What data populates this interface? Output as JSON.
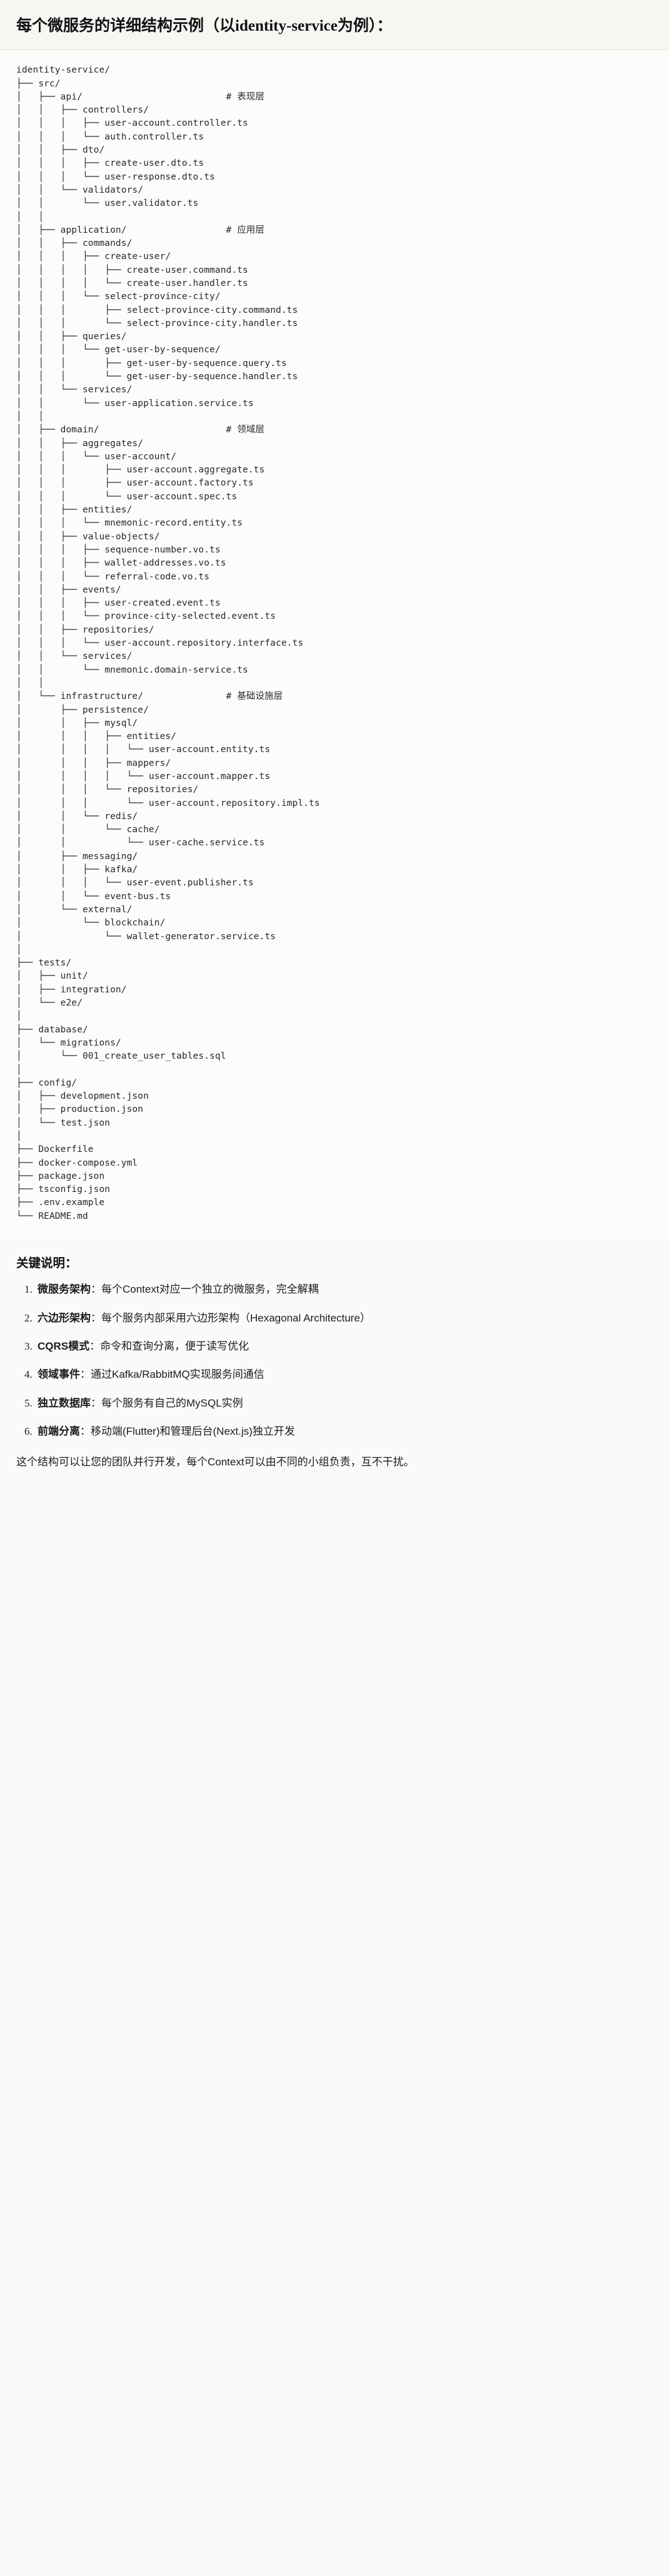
{
  "header": {
    "title_prefix": "每个微服务的详细结构示例",
    "title_paren": "（以identity-service为例）",
    "title_colon": "："
  },
  "tree": {
    "root": "identity-service/",
    "text": "identity-service/\n├── src/\n│   ├── api/                          # 表现层\n│   │   ├── controllers/\n│   │   │   ├── user-account.controller.ts\n│   │   │   └── auth.controller.ts\n│   │   ├── dto/\n│   │   │   ├── create-user.dto.ts\n│   │   │   └── user-response.dto.ts\n│   │   └── validators/\n│   │       └── user.validator.ts\n│   │\n│   ├── application/                  # 应用层\n│   │   ├── commands/\n│   │   │   ├── create-user/\n│   │   │   │   ├── create-user.command.ts\n│   │   │   │   └── create-user.handler.ts\n│   │   │   └── select-province-city/\n│   │   │       ├── select-province-city.command.ts\n│   │   │       └── select-province-city.handler.ts\n│   │   ├── queries/\n│   │   │   └── get-user-by-sequence/\n│   │   │       ├── get-user-by-sequence.query.ts\n│   │   │       └── get-user-by-sequence.handler.ts\n│   │   └── services/\n│   │       └── user-application.service.ts\n│   │\n│   ├── domain/                       # 领域层\n│   │   ├── aggregates/\n│   │   │   └── user-account/\n│   │   │       ├── user-account.aggregate.ts\n│   │   │       ├── user-account.factory.ts\n│   │   │       └── user-account.spec.ts\n│   │   ├── entities/\n│   │   │   └── mnemonic-record.entity.ts\n│   │   ├── value-objects/\n│   │   │   ├── sequence-number.vo.ts\n│   │   │   ├── wallet-addresses.vo.ts\n│   │   │   └── referral-code.vo.ts\n│   │   ├── events/\n│   │   │   ├── user-created.event.ts\n│   │   │   └── province-city-selected.event.ts\n│   │   ├── repositories/\n│   │   │   └── user-account.repository.interface.ts\n│   │   └── services/\n│   │       └── mnemonic.domain-service.ts\n│   │\n│   └── infrastructure/               # 基础设施层\n│       ├── persistence/\n│       │   ├── mysql/\n│       │   │   ├── entities/\n│       │   │   │   └── user-account.entity.ts\n│       │   │   ├── mappers/\n│       │   │   │   └── user-account.mapper.ts\n│       │   │   └── repositories/\n│       │   │       └── user-account.repository.impl.ts\n│       │   └── redis/\n│       │       └── cache/\n│       │           └── user-cache.service.ts\n│       ├── messaging/\n│       │   ├── kafka/\n│       │   │   └── user-event.publisher.ts\n│       │   └── event-bus.ts\n│       └── external/\n│           └── blockchain/\n│               └── wallet-generator.service.ts\n│\n├── tests/\n│   ├── unit/\n│   ├── integration/\n│   └── e2e/\n│\n├── database/\n│   └── migrations/\n│       └── 001_create_user_tables.sql\n│\n├── config/\n│   ├── development.json\n│   ├── production.json\n│   └── test.json\n│\n├── Dockerfile\n├── docker-compose.yml\n├── package.json\n├── tsconfig.json\n├── .env.example\n└── README.md"
  },
  "notes": {
    "heading": "关键说明：",
    "items": [
      {
        "term": "微服务架构",
        "sep": "：",
        "desc": "每个Context对应一个独立的微服务，完全解耦"
      },
      {
        "term": "六边形架构",
        "sep": "：",
        "desc": "每个服务内部采用六边形架构（Hexagonal Architecture）"
      },
      {
        "term": "CQRS模式",
        "sep": "：",
        "desc": "命令和查询分离，便于读写优化"
      },
      {
        "term": "领域事件",
        "sep": "：",
        "desc": "通过Kafka/RabbitMQ实现服务间通信"
      },
      {
        "term": "独立数据库",
        "sep": "：",
        "desc": "每个服务有自己的MySQL实例"
      },
      {
        "term": "前端分离",
        "sep": "：",
        "desc": "移动端(Flutter)和管理后台(Next.js)独立开发"
      }
    ],
    "closing": "这个结构可以让您的团队并行开发，每个Context可以由不同的小组负责，互不干扰。"
  }
}
